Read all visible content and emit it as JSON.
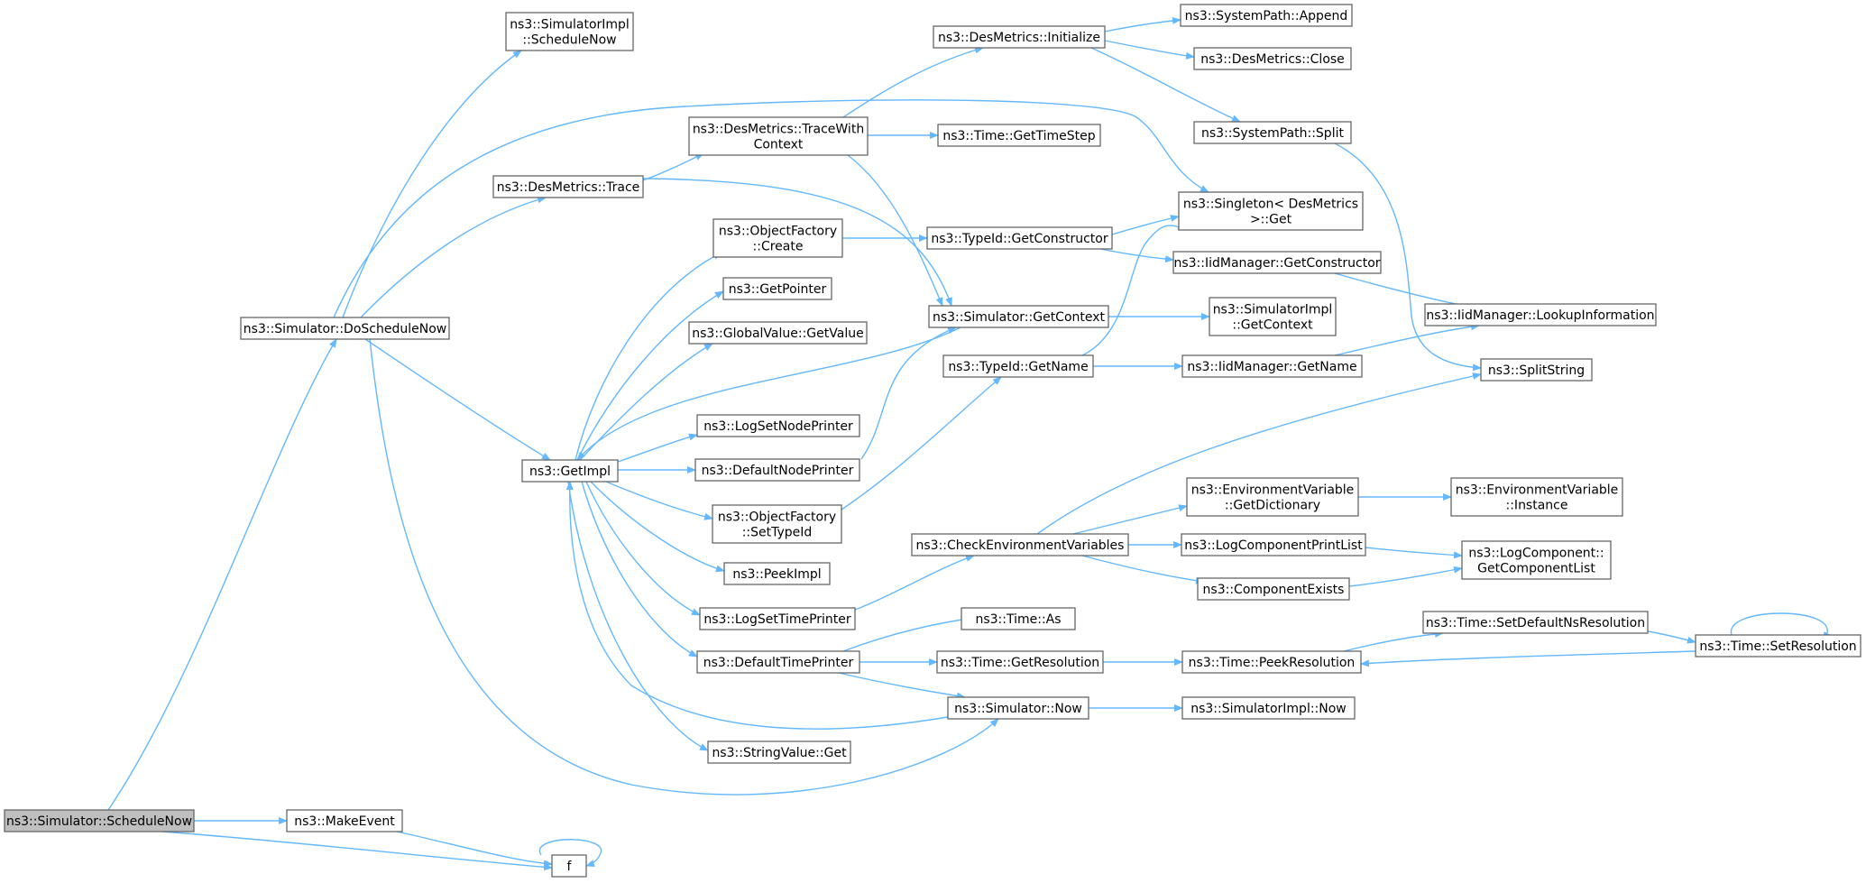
{
  "colors": {
    "edge": "#63b8ff",
    "node_border": "#666666",
    "node_fill": "#ffffff",
    "root_fill": "#bfbfbf",
    "text": "#000000"
  },
  "nodes": [
    {
      "id": "schedule_now",
      "lines": [
        "ns3::Simulator::ScheduleNow"
      ],
      "root": true
    },
    {
      "id": "make_event",
      "lines": [
        "ns3::MakeEvent"
      ]
    },
    {
      "id": "f",
      "lines": [
        "f"
      ]
    },
    {
      "id": "do_schedule_now",
      "lines": [
        "ns3::Simulator::DoScheduleNow"
      ]
    },
    {
      "id": "impl_schedule_now",
      "lines": [
        "ns3::SimulatorImpl",
        "::ScheduleNow"
      ]
    },
    {
      "id": "des_trace",
      "lines": [
        "ns3::DesMetrics::Trace"
      ]
    },
    {
      "id": "get_impl",
      "lines": [
        "ns3::GetImpl"
      ]
    },
    {
      "id": "trace_with_context",
      "lines": [
        "ns3::DesMetrics::TraceWith",
        "Context"
      ]
    },
    {
      "id": "des_initialize",
      "lines": [
        "ns3::DesMetrics::Initialize"
      ]
    },
    {
      "id": "sp_append",
      "lines": [
        "ns3::SystemPath::Append"
      ]
    },
    {
      "id": "des_close",
      "lines": [
        "ns3::DesMetrics::Close"
      ]
    },
    {
      "id": "sp_split",
      "lines": [
        "ns3::SystemPath::Split"
      ]
    },
    {
      "id": "time_get_time_step",
      "lines": [
        "ns3::Time::GetTimeStep"
      ]
    },
    {
      "id": "singleton_get",
      "lines": [
        "ns3::Singleton< DesMetrics",
        "  >::Get"
      ]
    },
    {
      "id": "of_create",
      "lines": [
        "ns3::ObjectFactory",
        "::Create"
      ]
    },
    {
      "id": "typeid_get_constructor",
      "lines": [
        "ns3::TypeId::GetConstructor"
      ]
    },
    {
      "id": "iid_get_constructor",
      "lines": [
        "ns3::IidManager::GetConstructor"
      ]
    },
    {
      "id": "get_pointer",
      "lines": [
        "ns3::GetPointer"
      ]
    },
    {
      "id": "gv_get_value",
      "lines": [
        "ns3::GlobalValue::GetValue"
      ]
    },
    {
      "id": "sim_get_context",
      "lines": [
        "ns3::Simulator::GetContext"
      ]
    },
    {
      "id": "impl_get_context",
      "lines": [
        "ns3::SimulatorImpl",
        "::GetContext"
      ]
    },
    {
      "id": "iid_lookup",
      "lines": [
        "ns3::IidManager::LookupInformation"
      ]
    },
    {
      "id": "typeid_get_name",
      "lines": [
        "ns3::TypeId::GetName"
      ]
    },
    {
      "id": "iid_get_name",
      "lines": [
        "ns3::IidManager::GetName"
      ]
    },
    {
      "id": "split_string",
      "lines": [
        "ns3::SplitString"
      ]
    },
    {
      "id": "log_set_node_printer",
      "lines": [
        "ns3::LogSetNodePrinter"
      ]
    },
    {
      "id": "default_node_printer",
      "lines": [
        "ns3::DefaultNodePrinter"
      ]
    },
    {
      "id": "of_set_type_id",
      "lines": [
        "ns3::ObjectFactory",
        "::SetTypeId"
      ]
    },
    {
      "id": "env_get_dictionary",
      "lines": [
        "ns3::EnvironmentVariable",
        "::GetDictionary"
      ]
    },
    {
      "id": "env_instance",
      "lines": [
        "ns3::EnvironmentVariable",
        "::Instance"
      ]
    },
    {
      "id": "check_env",
      "lines": [
        "ns3::CheckEnvironmentVariables"
      ]
    },
    {
      "id": "log_component_print_list",
      "lines": [
        "ns3::LogComponentPrintList"
      ]
    },
    {
      "id": "get_component_list",
      "lines": [
        "ns3::LogComponent::",
        "GetComponentList"
      ]
    },
    {
      "id": "peek_impl",
      "lines": [
        "ns3::PeekImpl"
      ]
    },
    {
      "id": "component_exists",
      "lines": [
        "ns3::ComponentExists"
      ]
    },
    {
      "id": "log_set_time_printer",
      "lines": [
        "ns3::LogSetTimePrinter"
      ]
    },
    {
      "id": "time_as",
      "lines": [
        "ns3::Time::As"
      ]
    },
    {
      "id": "set_default_ns_resolution",
      "lines": [
        "ns3::Time::SetDefaultNsResolution"
      ]
    },
    {
      "id": "default_time_printer",
      "lines": [
        "ns3::DefaultTimePrinter"
      ]
    },
    {
      "id": "time_get_resolution",
      "lines": [
        "ns3::Time::GetResolution"
      ]
    },
    {
      "id": "time_peek_resolution",
      "lines": [
        "ns3::Time::PeekResolution"
      ]
    },
    {
      "id": "time_set_resolution",
      "lines": [
        "ns3::Time::SetResolution"
      ]
    },
    {
      "id": "sim_now",
      "lines": [
        "ns3::Simulator::Now"
      ]
    },
    {
      "id": "impl_now",
      "lines": [
        "ns3::SimulatorImpl::Now"
      ]
    },
    {
      "id": "string_value_get",
      "lines": [
        "ns3::StringValue::Get"
      ]
    }
  ],
  "edges": [
    {
      "from": "schedule_now",
      "to": "do_schedule_now"
    },
    {
      "from": "schedule_now",
      "to": "make_event"
    },
    {
      "from": "schedule_now",
      "to": "f"
    },
    {
      "from": "make_event",
      "to": "f"
    },
    {
      "from": "f",
      "to": "f"
    },
    {
      "from": "do_schedule_now",
      "to": "impl_schedule_now"
    },
    {
      "from": "do_schedule_now",
      "to": "des_trace"
    },
    {
      "from": "do_schedule_now",
      "to": "singleton_get"
    },
    {
      "from": "do_schedule_now",
      "to": "get_impl"
    },
    {
      "from": "do_schedule_now",
      "to": "sim_now"
    },
    {
      "from": "des_trace",
      "to": "trace_with_context"
    },
    {
      "from": "des_trace",
      "to": "sim_get_context"
    },
    {
      "from": "trace_with_context",
      "to": "des_initialize"
    },
    {
      "from": "trace_with_context",
      "to": "time_get_time_step"
    },
    {
      "from": "trace_with_context",
      "to": "sim_get_context"
    },
    {
      "from": "des_initialize",
      "to": "sp_append"
    },
    {
      "from": "des_initialize",
      "to": "des_close"
    },
    {
      "from": "des_initialize",
      "to": "sp_split"
    },
    {
      "from": "sp_split",
      "to": "split_string"
    },
    {
      "from": "get_impl",
      "to": "of_create"
    },
    {
      "from": "get_impl",
      "to": "get_pointer"
    },
    {
      "from": "get_impl",
      "to": "gv_get_value"
    },
    {
      "from": "get_impl",
      "to": "log_set_node_printer"
    },
    {
      "from": "get_impl",
      "to": "default_node_printer"
    },
    {
      "from": "get_impl",
      "to": "of_set_type_id"
    },
    {
      "from": "get_impl",
      "to": "peek_impl"
    },
    {
      "from": "get_impl",
      "to": "log_set_time_printer"
    },
    {
      "from": "get_impl",
      "to": "default_time_printer"
    },
    {
      "from": "get_impl",
      "to": "string_value_get"
    },
    {
      "from": "sim_get_context",
      "to": "get_impl"
    },
    {
      "from": "sim_now",
      "to": "get_impl"
    },
    {
      "from": "of_create",
      "to": "typeid_get_constructor"
    },
    {
      "from": "typeid_get_constructor",
      "to": "singleton_get"
    },
    {
      "from": "typeid_get_constructor",
      "to": "iid_get_constructor"
    },
    {
      "from": "iid_get_constructor",
      "to": "iid_lookup"
    },
    {
      "from": "sim_get_context",
      "to": "impl_get_context"
    },
    {
      "from": "default_node_printer",
      "to": "sim_get_context"
    },
    {
      "from": "of_set_type_id",
      "to": "typeid_get_name"
    },
    {
      "from": "typeid_get_name",
      "to": "singleton_get"
    },
    {
      "from": "typeid_get_name",
      "to": "iid_get_name"
    },
    {
      "from": "iid_get_name",
      "to": "iid_lookup"
    },
    {
      "from": "log_set_time_printer",
      "to": "check_env"
    },
    {
      "from": "check_env",
      "to": "split_string"
    },
    {
      "from": "check_env",
      "to": "env_get_dictionary"
    },
    {
      "from": "check_env",
      "to": "log_component_print_list"
    },
    {
      "from": "check_env",
      "to": "component_exists"
    },
    {
      "from": "env_get_dictionary",
      "to": "env_instance"
    },
    {
      "from": "log_component_print_list",
      "to": "get_component_list"
    },
    {
      "from": "component_exists",
      "to": "get_component_list"
    },
    {
      "from": "default_time_printer",
      "to": "time_as"
    },
    {
      "from": "default_time_printer",
      "to": "time_get_resolution"
    },
    {
      "from": "default_time_printer",
      "to": "sim_now"
    },
    {
      "from": "time_get_resolution",
      "to": "time_peek_resolution"
    },
    {
      "from": "time_peek_resolution",
      "to": "set_default_ns_resolution"
    },
    {
      "from": "set_default_ns_resolution",
      "to": "time_set_resolution"
    },
    {
      "from": "time_set_resolution",
      "to": "time_peek_resolution"
    },
    {
      "from": "time_set_resolution",
      "to": "time_set_resolution"
    },
    {
      "from": "sim_now",
      "to": "impl_now"
    }
  ]
}
